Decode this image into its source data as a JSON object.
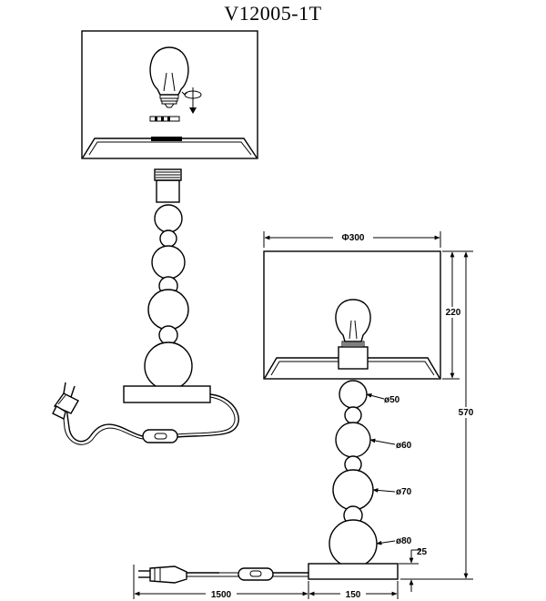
{
  "title": "V12005-1T",
  "dimensions": {
    "shade_diameter": "Φ300",
    "shade_height": "220",
    "total_height": "570",
    "base_height": "25",
    "cable_length": "1500",
    "base_width": "150"
  },
  "ball_diameters": [
    "ø50",
    "ø60",
    "ø70",
    "ø80"
  ]
}
